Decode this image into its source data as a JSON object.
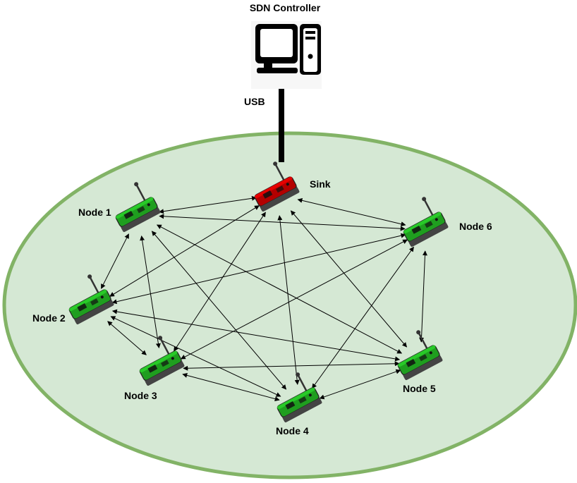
{
  "controller": {
    "label": "SDN Controller",
    "icon": "desktop-computer-icon"
  },
  "link": {
    "label": "USB"
  },
  "network": {
    "fill": "#d5e8d4",
    "stroke": "#82b366"
  },
  "sink": {
    "label": "Sink",
    "color": "#b30000"
  },
  "nodes": [
    {
      "id": "n1",
      "label": "Node 1",
      "color": "#1f9e1f"
    },
    {
      "id": "n2",
      "label": "Node 2",
      "color": "#1f9e1f"
    },
    {
      "id": "n3",
      "label": "Node 3",
      "color": "#1f9e1f"
    },
    {
      "id": "n4",
      "label": "Node 4",
      "color": "#1f9e1f"
    },
    {
      "id": "n5",
      "label": "Node 5",
      "color": "#1f9e1f"
    },
    {
      "id": "n6",
      "label": "Node 6",
      "color": "#1f9e1f"
    }
  ],
  "edges": [
    [
      "n1",
      "sink"
    ],
    [
      "n1",
      "n6"
    ],
    [
      "n1",
      "n2"
    ],
    [
      "n1",
      "n3"
    ],
    [
      "n1",
      "n4"
    ],
    [
      "n1",
      "n5"
    ],
    [
      "sink",
      "n6"
    ],
    [
      "sink",
      "n2"
    ],
    [
      "sink",
      "n3"
    ],
    [
      "sink",
      "n4"
    ],
    [
      "sink",
      "n5"
    ],
    [
      "n2",
      "n6"
    ],
    [
      "n2",
      "n3"
    ],
    [
      "n2",
      "n4"
    ],
    [
      "n2",
      "n5"
    ],
    [
      "n3",
      "n6"
    ],
    [
      "n3",
      "n4"
    ],
    [
      "n3",
      "n5"
    ],
    [
      "n4",
      "n6"
    ],
    [
      "n4",
      "n5"
    ],
    [
      "n5",
      "n6"
    ]
  ]
}
